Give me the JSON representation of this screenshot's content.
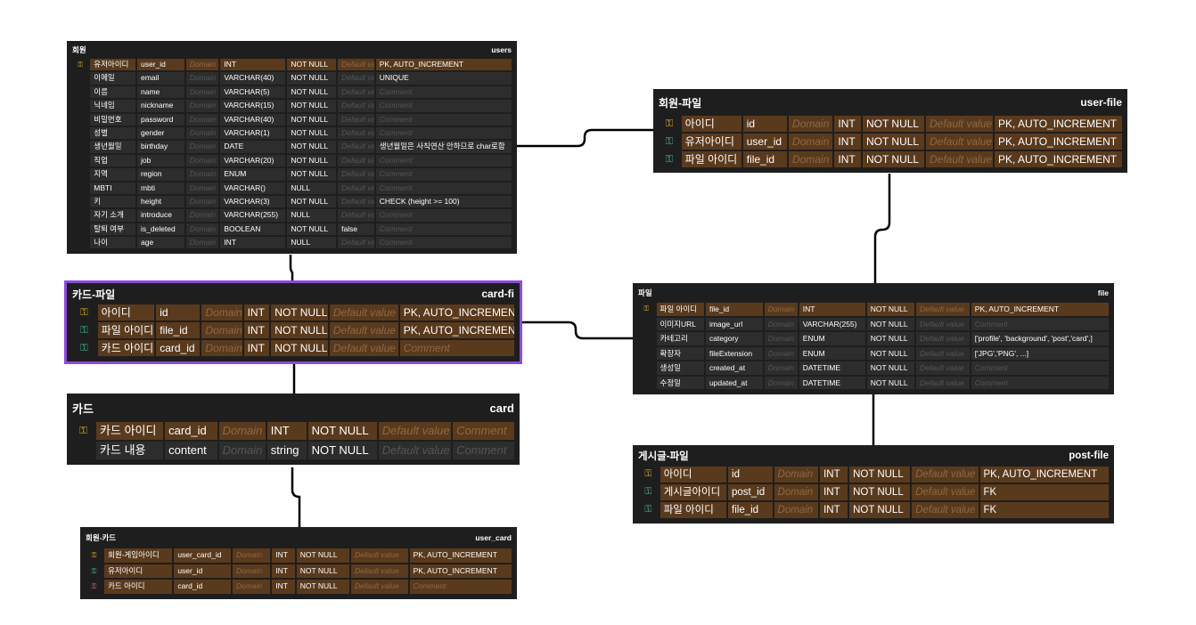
{
  "tables": {
    "users": {
      "title": "회원",
      "name": "users",
      "rows": [
        [
          "유저아이디",
          "user_id",
          "Domain",
          "INT",
          "NOT NULL",
          "Default value",
          "PK, AUTO_INCREMENT"
        ],
        [
          "이메일",
          "email",
          "Domain",
          "VARCHAR(40)",
          "NOT NULL",
          "Default value",
          "UNIQUE"
        ],
        [
          "이름",
          "name",
          "Domain",
          "VARCHAR(5)",
          "NOT NULL",
          "Default value",
          "Comment"
        ],
        [
          "닉네임",
          "nickname",
          "Domain",
          "VARCHAR(15)",
          "NOT NULL",
          "Default value",
          "Comment"
        ],
        [
          "비밀번호",
          "password",
          "Domain",
          "VARCHAR(40)",
          "NOT NULL",
          "Default value",
          "Comment"
        ],
        [
          "성별",
          "gender",
          "Domain",
          "VARCHAR(1)",
          "NOT NULL",
          "Default value",
          "Comment"
        ],
        [
          "생년월일",
          "birthday",
          "Domain",
          "DATE",
          "NOT NULL",
          "Default value",
          "생년월일은 사칙연산 안하므로 char로함"
        ],
        [
          "직업",
          "job",
          "Domain",
          "VARCHAR(20)",
          "NOT NULL",
          "Default value",
          "Comment"
        ],
        [
          "지역",
          "region",
          "Domain",
          "ENUM",
          "NOT NULL",
          "Default value",
          "Comment"
        ],
        [
          "MBTI",
          "mbti",
          "Domain",
          "VARCHAR()",
          "NULL",
          "Default value",
          "Comment"
        ],
        [
          "키",
          "height",
          "Domain",
          "VARCHAR(3)",
          "NOT NULL",
          "Default value",
          "CHECK (height >= 100)"
        ],
        [
          "자기 소개",
          "introduce",
          "Domain",
          "VARCHAR(255)",
          "NULL",
          "Default value",
          "Comment"
        ],
        [
          "탈퇴 여부",
          "is_deleted",
          "Domain",
          "BOOLEAN",
          "NOT NULL",
          "false",
          "Comment"
        ],
        [
          "나이",
          "age",
          "Domain",
          "INT",
          "NULL",
          "Default value",
          "Comment"
        ]
      ]
    },
    "user_file": {
      "title": "회원-파일",
      "name": "user-file",
      "rows": [
        [
          "아이디",
          "id",
          "Domain",
          "INT",
          "NOT NULL",
          "Default value",
          "PK, AUTO_INCREMENT"
        ],
        [
          "유저아이디",
          "user_id",
          "Domain",
          "INT",
          "NOT NULL",
          "Default value",
          "PK, AUTO_INCREMENT"
        ],
        [
          "파일 아이디",
          "file_id",
          "Domain",
          "INT",
          "NOT NULL",
          "Default value",
          "PK, AUTO_INCREMENT"
        ]
      ]
    },
    "card_file": {
      "title": "카드-파일",
      "name": "card-fi",
      "rows": [
        [
          "아이디",
          "id",
          "Domain",
          "INT",
          "NOT NULL",
          "Default value",
          "PK, AUTO_INCREMENT"
        ],
        [
          "파일 아이디",
          "file_id",
          "Domain",
          "INT",
          "NOT NULL",
          "Default value",
          "PK, AUTO_INCREMENT"
        ],
        [
          "카드 아이디",
          "card_id",
          "Domain",
          "INT",
          "NOT NULL",
          "Default value",
          "Comment"
        ]
      ]
    },
    "file": {
      "title": "파일",
      "name": "file",
      "rows": [
        [
          "파일 아이디",
          "file_id",
          "Domain",
          "INT",
          "NOT NULL",
          "Default value",
          "PK, AUTO_INCREMENT"
        ],
        [
          "이미지URL",
          "image_url",
          "Domain",
          "VARCHAR(255)",
          "NOT NULL",
          "Default value",
          "Comment"
        ],
        [
          "카테고리",
          "category",
          "Domain",
          "ENUM",
          "NOT NULL",
          "Default value",
          "['profile', 'background', 'post','card',]"
        ],
        [
          "확장자",
          "fileExtension",
          "Domain",
          "ENUM",
          "NOT NULL",
          "Default value",
          "['JPG','PNG', ...]"
        ],
        [
          "생성일",
          "created_at",
          "Domain",
          "DATETIME",
          "NOT NULL",
          "Default value",
          "Comment"
        ],
        [
          "수정일",
          "updated_at",
          "Domain",
          "DATETIME",
          "NOT NULL",
          "Default value",
          "Comment"
        ]
      ]
    },
    "card": {
      "title": "카드",
      "name": "card",
      "rows": [
        [
          "카드 아이디",
          "card_id",
          "Domain",
          "INT",
          "NOT NULL",
          "Default value",
          "Comment"
        ],
        [
          "카드 내용",
          "content",
          "Domain",
          "string",
          "NOT NULL",
          "Default value",
          "Comment"
        ]
      ]
    },
    "post_file": {
      "title": "게시글-파일",
      "name": "post-file",
      "rows": [
        [
          "아이디",
          "id",
          "Domain",
          "INT",
          "NOT NULL",
          "Default value",
          "PK, AUTO_INCREMENT"
        ],
        [
          "게시글아이디",
          "post_id",
          "Domain",
          "INT",
          "NOT NULL",
          "Default value",
          "FK"
        ],
        [
          "파일 아이디",
          "file_id",
          "Domain",
          "INT",
          "NOT NULL",
          "Default value",
          "FK"
        ]
      ]
    },
    "user_card": {
      "title": "회원-카드",
      "name": "user_card",
      "rows": [
        [
          "회원-게임아이디",
          "user_card_id",
          "Domain",
          "INT",
          "NOT NULL",
          "Default value",
          "PK, AUTO_INCREMENT"
        ],
        [
          "유저아이디",
          "user_id",
          "Domain",
          "INT",
          "NOT NULL",
          "Default value",
          "PK, AUTO_INCREMENT"
        ],
        [
          "카드 아이디",
          "card_id",
          "Domain",
          "INT",
          "NOT NULL",
          "Default value",
          "Comment"
        ]
      ]
    }
  },
  "colors": {
    "table_bg": "#1e1e1e",
    "pk_row": "#5a3a1d",
    "row": "#2d2d2d",
    "selected_outline": "#8b4dd8",
    "pk_key": "#e6b422",
    "fk_key": "#3fc1a5",
    "fk2_key": "#e86a8a"
  },
  "icons": {
    "primary_key": "key-icon",
    "foreign_key": "key-icon"
  }
}
